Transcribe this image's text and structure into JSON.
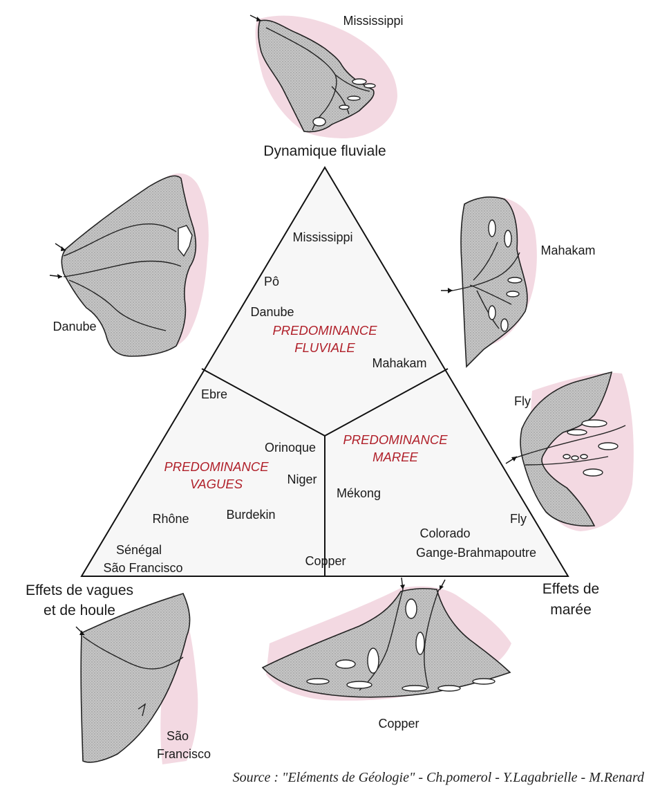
{
  "poles": {
    "top": "Dynamique fluviale",
    "left_line1": "Effets de vagues",
    "left_line2": "et de houle",
    "right_line1": "Effets de",
    "right_line2": "marée"
  },
  "zones": {
    "fluvial_line1": "PREDOMINANCE",
    "fluvial_line2": "FLUVIALE",
    "waves_line1": "PREDOMINANCE",
    "waves_line2": "VAGUES",
    "tide_line1": "PREDOMINANCE",
    "tide_line2": "MAREE"
  },
  "deltas_in_triangle": {
    "mississippi": "Mississippi",
    "po": "Pô",
    "danube": "Danube",
    "mahakam": "Mahakam",
    "ebre": "Ebre",
    "orinoque": "Orinoque",
    "niger": "Niger",
    "rhone": "Rhône",
    "burdekin": "Burdekin",
    "senegal": "Sénégal",
    "sao_francisco": "São Francisco",
    "copper": "Copper",
    "mekong": "Mékong",
    "fly": "Fly",
    "colorado": "Colorado",
    "gange": "Gange-Brahmapoutre"
  },
  "maps": {
    "mississippi": "Mississippi",
    "danube": "Danube",
    "mahakam": "Mahakam",
    "fly": "Fly",
    "sao_francisco_line1": "São",
    "sao_francisco_line2": "Francisco",
    "copper": "Copper"
  },
  "source": "Source :  \"Eléments de Géologie\" - Ch.pomerol - Y.Lagabrielle - M.Renard",
  "colors": {
    "zone_label": "#b0202a",
    "sea_pink": "#f3d9e2",
    "land_gray": "#c9c9c9"
  }
}
